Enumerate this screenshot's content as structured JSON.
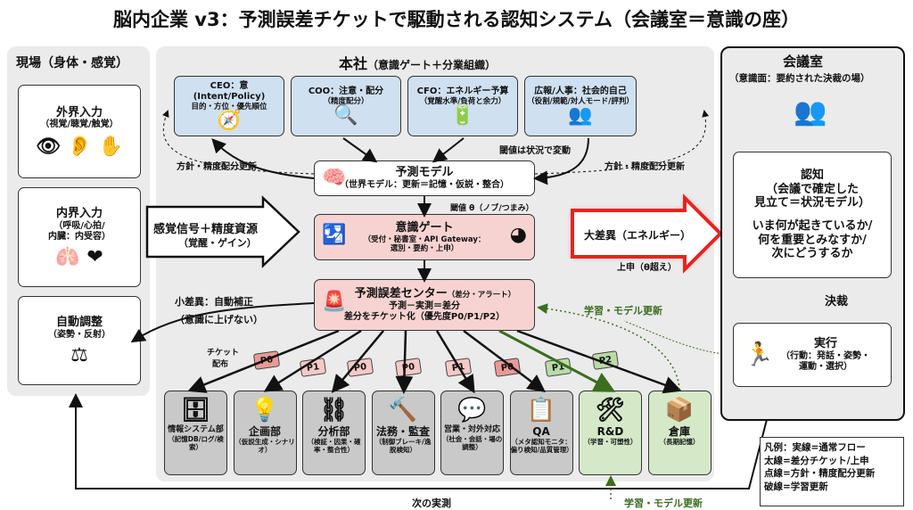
{
  "title": "脳内企業 v3：予測誤差チケットで駆動される認知システム（会議室＝意識の座）",
  "field": {
    "title": "現場（身体・感覚）",
    "external": {
      "title": "外界入力",
      "sub": "（視覚/聴覚/触覚）",
      "icons": [
        "eye-icon",
        "ear-icon",
        "hand-icon"
      ]
    },
    "internal": {
      "title": "内界入力",
      "sub1": "（呼吸/心拍/",
      "sub2": "内臓：内受容）",
      "icons": [
        "lungs-icon",
        "heart-icon"
      ]
    },
    "auto": {
      "title": "自動調整",
      "sub": "（姿勢・反射）",
      "icon": "balance-scale-icon"
    }
  },
  "hq": {
    "title": "本社",
    "title_sub": "（意識ゲート＋分業組織）",
    "execs": [
      {
        "title": "CEO：意 (Intent/Policy)",
        "sub": "目的・方位・優先順位",
        "icon": "compass-icon"
      },
      {
        "title": "COO：注意・配分",
        "sub": "（精度配分）",
        "icon": "magnifier-icon"
      },
      {
        "title": "CFO：エネルギー予算",
        "sub": "（覚醒水準/負荷と余力）",
        "icon": "battery-icon"
      },
      {
        "title": "広報/人事：社会的自己",
        "sub": "（役割/規範/対人モード/評判）",
        "icon": "people-icon"
      }
    ],
    "threshold_note": "閾値は状況で変動",
    "policy_left": "方針・精度配分更新",
    "policy_right": "方針・精度配分更新",
    "model": {
      "title": "予測モデル",
      "sub": "（世界モデル：更新＝記憶・仮説・整合）"
    },
    "theta": "閾値 θ（ノブ/つまみ）",
    "gate": {
      "title": "意識ゲート",
      "sub1": "（受付・秘書室・API Gateway：",
      "sub2": "選別・要約・上申）"
    },
    "error": {
      "title": "予測誤差センター",
      "title_sub": "（差分・アラート）",
      "line1": "予測－実測＝差分",
      "line2": "差分をチケット化（優先度P0/P1/P2）"
    },
    "small_diff": "小差異：自動補正",
    "small_diff_sub": "（意識に上げない）",
    "learning": "学習・モデル更新",
    "ticket_label1": "チケット",
    "ticket_label2": "配布",
    "tickets": [
      "P0",
      "P1",
      "P0",
      "P0",
      "P1",
      "P0",
      "P1",
      "P2"
    ],
    "depts": [
      {
        "title": "情報システム部",
        "sub": "（記憶DB/ログ/検索）",
        "icon": "server-icon"
      },
      {
        "title": "企画部",
        "sub": "（仮説生成・シナリオ）",
        "icon": "lightbulb-icon"
      },
      {
        "title": "分析部",
        "sub": "（検証・因果・確率・整合性）",
        "icon": "flowchart-icon"
      },
      {
        "title": "法務・監査",
        "sub": "（制御ブレーキ/逸脱検知）",
        "icon": "gavel-icon"
      },
      {
        "title": "営業・対外対応",
        "sub": "（社会・会話・場の調整）",
        "icon": "speech-bubble-icon"
      },
      {
        "title": "QA",
        "sub": "（メタ認知モニタ：偏り検知/品質管理）",
        "icon": "checklist-icon"
      },
      {
        "title": "R&D",
        "sub": "（学習・可塑性）",
        "icon": "tools-icon"
      },
      {
        "title": "倉庫",
        "sub": "（長期記憶）",
        "icon": "box-icon"
      }
    ]
  },
  "sensory": {
    "line1": "感覚信号＋精度資源",
    "line2": "（覚醒・ゲイン）"
  },
  "big_diff": {
    "label": "大差異（エネルギー）",
    "sub": "上申（θ超え）"
  },
  "room": {
    "title": "会議室",
    "sub": "（意識面：要約された決裁の場）",
    "cognition": {
      "title": "認知",
      "l1": "（会議で確定した",
      "l2": "見立て＝状況モデル）",
      "q1": "いま何が起きているか/",
      "q2": "何を重要とみなすか/",
      "q3": "次にどうするか"
    },
    "decision": "決裁",
    "action": {
      "title": "実行",
      "l1": "（行動：発話・姿勢・",
      "l2": "運動・選択）"
    }
  },
  "next_measure": "次の実測",
  "learning_bottom": "学習・モデル更新",
  "legend": [
    "凡例：実線=通常フロー",
    "太線=差分チケット/上申",
    "点線=方針・精度配分更新",
    "破線=学習更新"
  ],
  "colors": {
    "blue": "#cfe0f1",
    "pink": "#f6d3d1",
    "green": "#d5e9c9",
    "red": "#e52420",
    "gray": "#c9c9c9"
  }
}
